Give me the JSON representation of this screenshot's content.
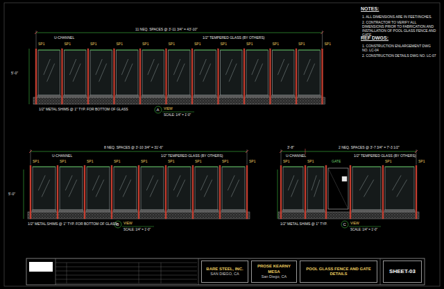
{
  "diagram": {
    "nodes": [
      {
        "text": [
          "BARE STEEL, INC.",
          "SAN DIEGO, CA"
        ]
      },
      {
        "text": [
          "PROSE KEARNY MESA",
          "San Diego, CA"
        ]
      },
      {
        "text": [
          "POOL GLASS FENCE AND GATE DETAILS"
        ]
      },
      {
        "text": [
          "SHEET-03"
        ]
      }
    ],
    "labels": [
      "NOTES:",
      "1. ALL DIMENSIONS ARE IN FEET/INCHES.",
      "2. CONTRACTOR TO VERIFY ALL DIMENSIONS PRIOR TO FABRICATION AND INSTALLATION OF POOL GLASS FENCE AND GATE.",
      "REF DWGS:",
      "1. CONSTRUCTION ENLARGEMENT DWG NO. LC-04",
      "2. CONSTRUCTION DETAILS DWG NO. LC-07",
      "11 NEQ. SPACES @ 3'-11 3/4\" = 43'-10\"",
      "SP1",
      "SP1",
      "SP1",
      "SP1",
      "SP1",
      "SP1",
      "SP1",
      "SP1",
      "SP1",
      "SP1",
      "SP1",
      "SP1",
      "1/2\" TEMPERED GLASS (BY OTHERS)",
      "U-CHANNEL",
      "5'-0\"",
      "1/2\" METAL SHIMS @ 1\" TYP. FOR BOTTOM OF GLASS",
      "A",
      "VIEW",
      "SCALE: 1/4\" = 1'-0\"",
      "8 NEQ. SPACES @ 3'-10 3/4\" = 31'-6\"",
      "SP1",
      "SP1",
      "SP1",
      "SP1",
      "SP1",
      "SP1",
      "SP1",
      "SP1",
      "SP1",
      "1/2\" TEMPERED GLASS (BY OTHERS)",
      "U-CHANNEL",
      "5'-0\"",
      "1/2\" METAL SHIMS @ 1\" TYP. FOR BOTTOM OF GLASS",
      "B",
      "VIEW",
      "SCALE: 1/4\" = 1'-0\"",
      "3'-8\"",
      "2 NEQ. SPACES @ 3'-7 3/4\" = 7'-3 1/2\"",
      "SP1",
      "SP1",
      "SP1",
      "SP1",
      "1/2\" TEMPERED GLASS (BY OTHERS)",
      "U-CHANNEL",
      "GATE",
      "1/2\" METAL SHIMS @ 1\" TYP.",
      "C",
      "VIEW",
      "SCALE: 1/4\" = 1'-0\""
    ]
  }
}
